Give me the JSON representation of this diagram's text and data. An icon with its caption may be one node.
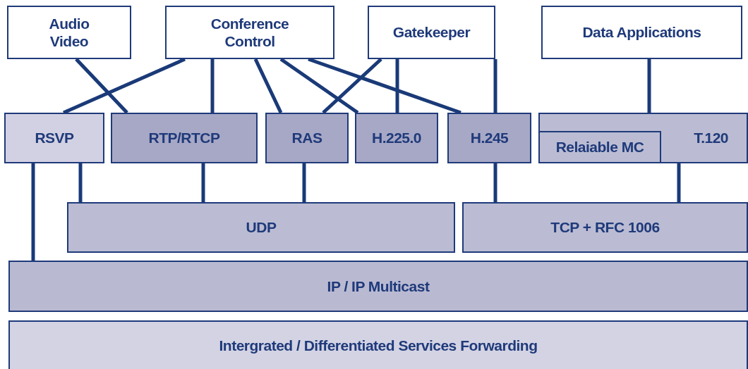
{
  "diagram": {
    "nodes": [
      {
        "text": [
          "Audio Video"
        ]
      },
      {
        "text": [
          "Conference Control"
        ]
      },
      {
        "text": [
          "Gatekeeper"
        ]
      },
      {
        "text": [
          "Data Applications"
        ]
      },
      {
        "text": [
          "RSVP"
        ]
      },
      {
        "text": [
          "RTP/RTCP"
        ]
      },
      {
        "text": [
          "RAS"
        ]
      },
      {
        "text": [
          "H.225.0"
        ]
      },
      {
        "text": [
          "H.245"
        ]
      },
      {
        "text": [
          "T.120"
        ]
      },
      {
        "text": [
          "Relaiable MC"
        ],
        "in": 9
      },
      {
        "text": [
          "UDP"
        ]
      },
      {
        "text": [
          "TCP + RFC 1006"
        ]
      },
      {
        "text": [
          "IP / IP Multicast"
        ]
      },
      {
        "text": [
          "Intergrated / Differentiated Services Forwarding"
        ]
      }
    ],
    "edges": [
      {
        "from": 0,
        "to": 5,
        "arrow": "none"
      },
      {
        "from": 1,
        "to": 4,
        "arrow": "none"
      },
      {
        "from": 1,
        "to": 5,
        "arrow": "none"
      },
      {
        "from": 1,
        "to": 6,
        "arrow": "none"
      },
      {
        "from": 1,
        "to": 7,
        "arrow": "none"
      },
      {
        "from": 1,
        "to": 8,
        "arrow": "none"
      },
      {
        "from": 2,
        "to": 6,
        "arrow": "none"
      },
      {
        "from": 2,
        "to": 7,
        "arrow": "none"
      },
      {
        "from": 2,
        "to": 8,
        "arrow": "none"
      },
      {
        "from": 3,
        "to": 9,
        "arrow": "none"
      },
      {
        "from": 4,
        "to": 13,
        "arrow": "none"
      },
      {
        "from": 4,
        "to": 11,
        "arrow": "none"
      },
      {
        "from": 5,
        "to": 11,
        "arrow": "none"
      },
      {
        "from": 6,
        "to": 11,
        "arrow": "none"
      },
      {
        "from": 8,
        "to": 12,
        "arrow": "none"
      },
      {
        "from": 9,
        "to": 12,
        "arrow": "none"
      }
    ]
  }
}
